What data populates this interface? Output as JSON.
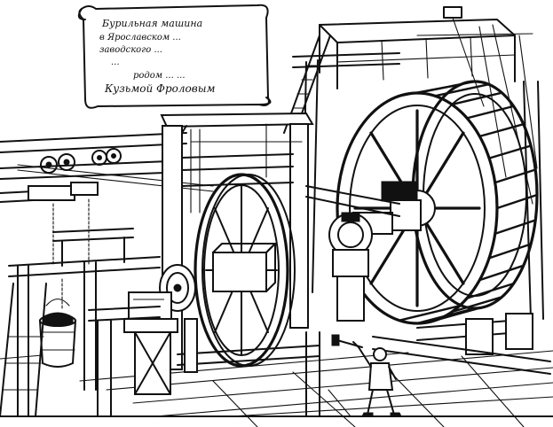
{
  "image": {
    "kind": "line-engraving",
    "subject_colors": {
      "ink": "#111111",
      "paper": "#ffffff"
    }
  },
  "cartouche": {
    "lines": [
      "Бурильная машина",
      "в Ярославском ...",
      "заводского ...",
      "...",
      "родом ... ...",
      "Кузьмой Фроловым"
    ]
  }
}
